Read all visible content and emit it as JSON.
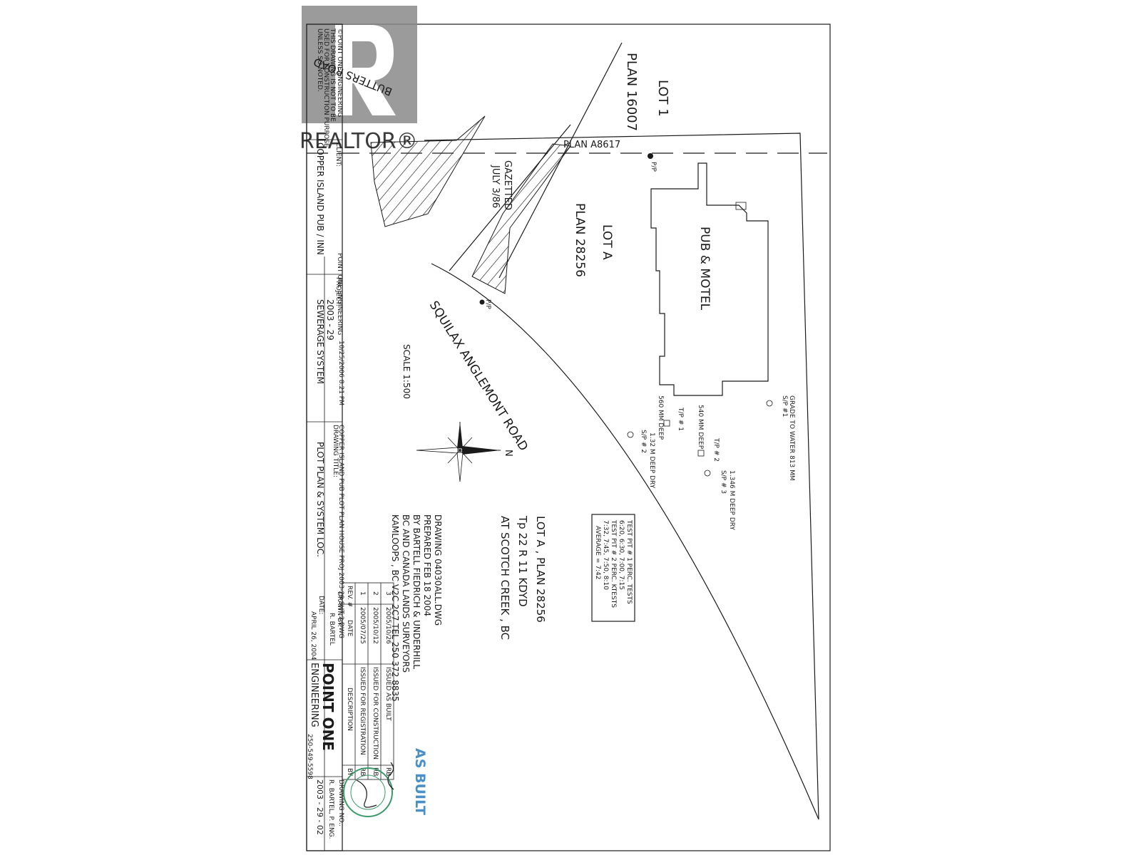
{
  "watermark": {
    "brand": "REALTOR®",
    "color": "#8a8a8a"
  },
  "stamps": {
    "as_built": "AS BUILT",
    "as_built_color": "#4a90c8",
    "seal_color": "#3a9a6a"
  },
  "plan": {
    "lot1": "LOT 1",
    "plan16007": "PLAN 16007",
    "butters_road": "BUTTERS ROAD",
    "plan_a8617": "PLAN   A8617",
    "pp_top": "P/P",
    "gazetted_1": "GAZETTED",
    "gazetted_2": "JULY 3/86",
    "lot_a": "LOT A",
    "plan28256": "PLAN 28256",
    "pub_motel": "PUB  &  MOTEL",
    "pp_mid": "P/P",
    "road": "SQUILAX ANGLEMONT ROAD",
    "scale": "SCALE 1:500",
    "north": "N",
    "grade_water": "GRADE TO WATER 813 MM",
    "sp1": "S/P #1",
    "tp1": "T/P # 1",
    "tp1_depth": "560 MM DEEP",
    "tp2": "T/P # 2",
    "tp2_depth": "540 MM DEEP",
    "sp2": "S/P # 2",
    "sp2_depth": "1.32 M DEEP DRY",
    "sp3": "S/P # 3",
    "sp3_depth": "1.346 M DEEP DRY",
    "perc_1": "TEST PIT # 1 PERC. TESTS",
    "perc_2": "6:20, 6:30, 7:00, 7:15",
    "perc_3": "TEST PIT # 2 PERC. KTESTS",
    "perc_4": "7:32, 7:45, 7:50, 8:10",
    "perc_5": "AVERAGE = 7:42",
    "legal_1": "LOT A , PLAN 28256",
    "legal_2": "Tp 22  R 11  KDYD",
    "legal_3": "AT SCOTCH CREEK , BC",
    "ref_1": "DRAWING 04030ALL.DWG",
    "ref_2": "PREPARED FEB 18 2004",
    "ref_3": "BY BARTELL FIEDRICH & UNDERHILL",
    "ref_4": "BC AND CANADA LANDS SURVEYORS",
    "ref_5": "KAMLOOPS , BC V2C 2C7  TEL 250 372 8835"
  },
  "title_block": {
    "copyright_1": "©POINT ONE ENGINEERING",
    "copyright_2": "THIS DRAWING IS NOT TO BE",
    "copyright_3": "USED FOR CONSTRUCTION PURPOSE",
    "copyright_4": "UNLESS SO NOTED.",
    "client_label": "CLIENT:",
    "client": "COPPER ISLAND PUB / INN",
    "small_firm": "POINT ONE ENGINEERING",
    "project_label": "PROJECT:",
    "project_no": "2003 - 29",
    "project": "SEWERAGE SYSTEM",
    "timestamp": "10/25/2006 8:21 PM",
    "file_path": "COPPER ISLAND PUB PLOT PLAN HOUSE PROJ 2003-29 SHT 2.DWG",
    "drawing_title_label": "DRAWING TITLE:",
    "drawing_title": "PLOT PLAN & SYSTEM LOC.",
    "rev_header": "REV. #",
    "date_header": "DATE",
    "desc_header": "DESCRIPTION",
    "by_header": "BY",
    "revisions": [
      {
        "rev": "3",
        "date": "2005/10/26",
        "desc": "ISSUED AS BUILT",
        "by": "RB"
      },
      {
        "rev": "2",
        "date": "2005/10/12",
        "desc": "ISSUED FOR CONSTRUCTION",
        "by": "RB"
      },
      {
        "rev": "1",
        "date": "2005/07/25",
        "desc": "ISSUED FOR REGISTRATION",
        "by": "RB"
      }
    ],
    "drawn_by_label": "DRAWN BY:",
    "drawn_by": "R. BARTEL",
    "date_label": "DATE:",
    "date": "APRIL 26, 2004",
    "firm_1": "POINT ONE",
    "firm_2": "ENGINEERING",
    "firm_phone": "250-549-5598",
    "drawing_no_label": "DRAWING NO.:",
    "drawing_no": "2003 - 29 - 02",
    "engineer": "R. BARTEL, P. ENG."
  }
}
